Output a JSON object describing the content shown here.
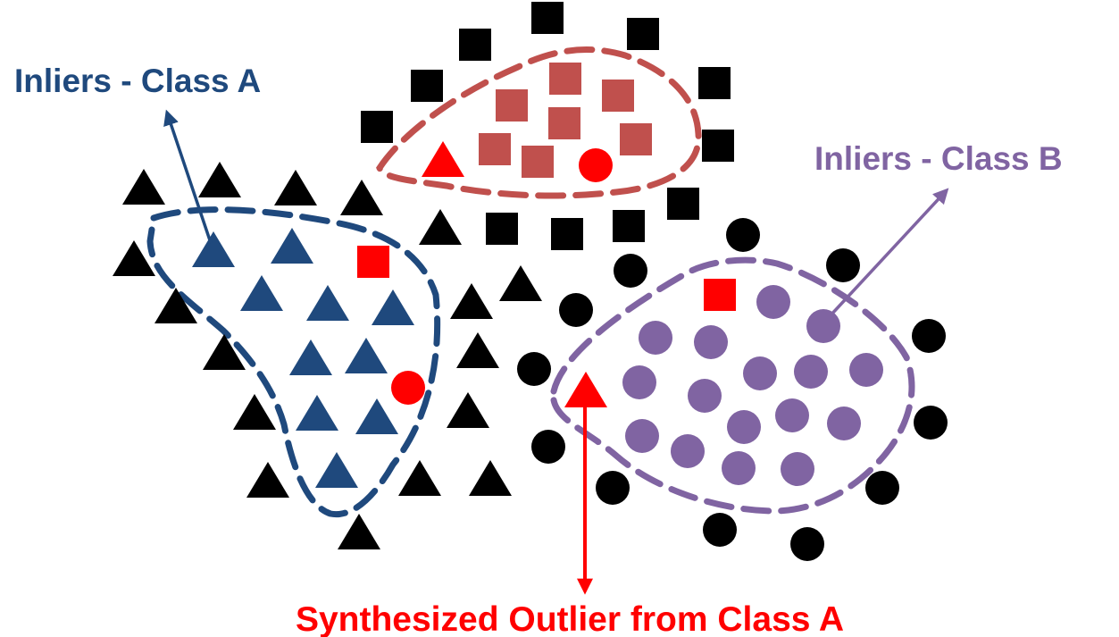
{
  "labels": {
    "inliers_a": "Inliers - Class A",
    "inliers_b": "Inliers - Class B",
    "outlier": "Synthesized Outlier from Class A"
  },
  "colors": {
    "class_a": "#1f497d",
    "class_b": "#8064a2",
    "class_c": "#c0504d",
    "outlier": "#ff0000",
    "background_points": "#000000"
  },
  "legend_shapes": {
    "class_a": "triangle-icon",
    "class_b": "circle-icon",
    "class_c": "square-icon"
  }
}
